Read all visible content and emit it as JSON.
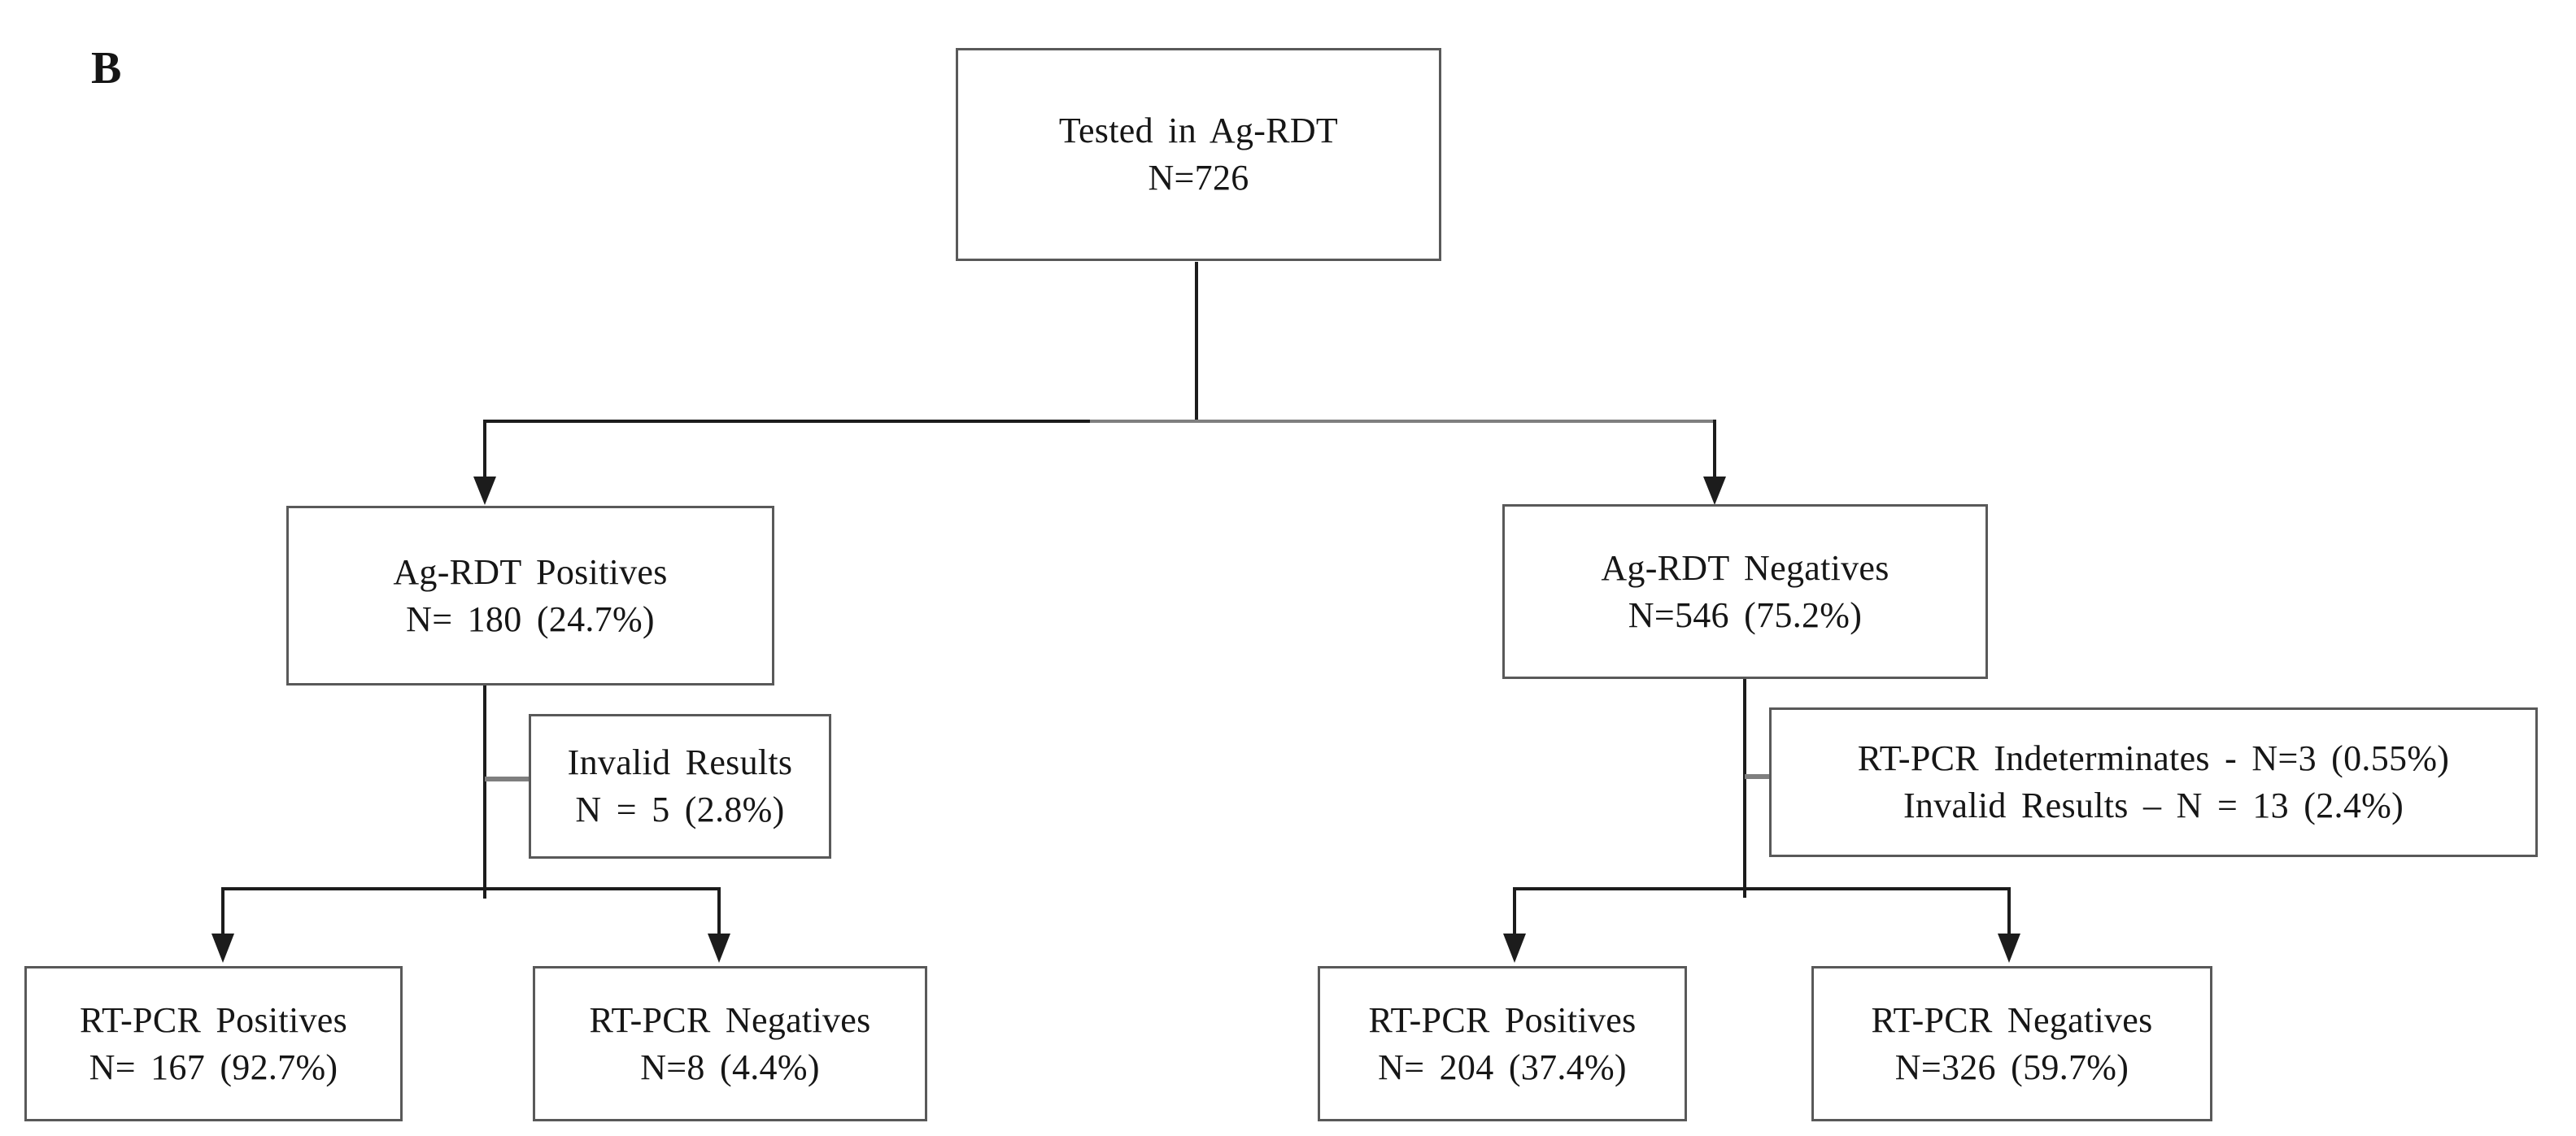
{
  "panel_label": "B",
  "palette": {
    "background": "#ffffff",
    "box_border": "#595959",
    "line": "#1c1c1c",
    "line_gray": "#7f7f7f",
    "text": "#161616"
  },
  "nodes": {
    "root": {
      "line1": "Tested in Ag-RDT",
      "line2": "N=726"
    },
    "agrdt_positives": {
      "line1": "Ag-RDT Positives",
      "line2": "N= 180 (24.7%)"
    },
    "agrdt_negatives": {
      "line1": "Ag-RDT Negatives",
      "line2": "N=546 (75.2%)"
    },
    "invalid_left": {
      "line1": "Invalid Results",
      "line2": "N = 5 (2.8%)"
    },
    "indeterminates_right": {
      "line1": "RT-PCR Indeterminates - N=3 (0.55%)",
      "line2": "Invalid Results – N = 13 (2.4%)"
    },
    "pos_rtpcr_positives": {
      "line1": "RT-PCR Positives",
      "line2": "N= 167 (92.7%)"
    },
    "pos_rtpcr_negatives": {
      "line1": "RT-PCR Negatives",
      "line2": "N=8 (4.4%)"
    },
    "neg_rtpcr_positives": {
      "line1": "RT-PCR Positives",
      "line2": "N= 204 (37.4%)"
    },
    "neg_rtpcr_negatives": {
      "line1": "RT-PCR Negatives",
      "line2": "N=326 (59.7%)"
    }
  }
}
